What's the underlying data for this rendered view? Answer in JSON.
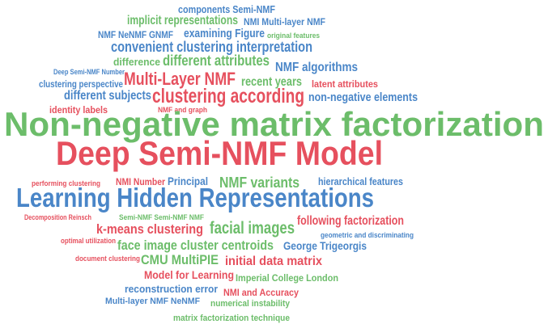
{
  "colors": {
    "red": "#e6505e",
    "green": "#6cbd6a",
    "blue": "#4a86c8"
  },
  "words": [
    {
      "text": "components Semi-NMF",
      "color": "blue"
    },
    {
      "text": "implicit representations",
      "color": "green"
    },
    {
      "text": "NMI Multi-layer NMF",
      "color": "blue"
    },
    {
      "text": "NMF NeNMF GNMF",
      "color": "blue"
    },
    {
      "text": "examining Figure",
      "color": "blue"
    },
    {
      "text": "original features",
      "color": "green"
    },
    {
      "text": "convenient clustering interpretation",
      "color": "blue"
    },
    {
      "text": "difference",
      "color": "green"
    },
    {
      "text": "different attributes",
      "color": "green"
    },
    {
      "text": "NMF algorithms",
      "color": "blue"
    },
    {
      "text": "Deep Semi-NMF Number",
      "color": "blue"
    },
    {
      "text": "Multi-Layer NMF",
      "color": "red"
    },
    {
      "text": "recent years",
      "color": "green"
    },
    {
      "text": "latent attributes",
      "color": "red"
    },
    {
      "text": "clustering perspective",
      "color": "blue"
    },
    {
      "text": "different subjects",
      "color": "blue"
    },
    {
      "text": "clustering according",
      "color": "red"
    },
    {
      "text": "non-negative elements",
      "color": "blue"
    },
    {
      "text": "identity labels",
      "color": "red"
    },
    {
      "text": "NMF and graph",
      "color": "red"
    },
    {
      "text": "Non-negative matrix factorization",
      "color": "green"
    },
    {
      "text": "Deep Semi-NMF Model",
      "color": "red"
    },
    {
      "text": "performing clustering",
      "color": "red"
    },
    {
      "text": "NMI Number",
      "color": "red"
    },
    {
      "text": "Principal",
      "color": "blue"
    },
    {
      "text": "NMF variants",
      "color": "green"
    },
    {
      "text": "hierarchical features",
      "color": "blue"
    },
    {
      "text": "Learning Hidden Representations",
      "color": "blue"
    },
    {
      "text": "Decomposition Reinsch",
      "color": "red"
    },
    {
      "text": "Semi-NMF Semi-NMF NMF",
      "color": "green"
    },
    {
      "text": "following factorization",
      "color": "red"
    },
    {
      "text": "k-means clustering",
      "color": "red"
    },
    {
      "text": "facial images",
      "color": "green"
    },
    {
      "text": "geometric and discriminating",
      "color": "blue"
    },
    {
      "text": "optimal utilization",
      "color": "red"
    },
    {
      "text": "face image cluster centroids",
      "color": "green"
    },
    {
      "text": "George Trigeorgis",
      "color": "blue"
    },
    {
      "text": "document clustering",
      "color": "red"
    },
    {
      "text": "CMU MultiPIE",
      "color": "green"
    },
    {
      "text": "initial data matrix",
      "color": "red"
    },
    {
      "text": "Model for Learning",
      "color": "red"
    },
    {
      "text": "Imperial College London",
      "color": "green"
    },
    {
      "text": "reconstruction error",
      "color": "blue"
    },
    {
      "text": "NMI and Accuracy",
      "color": "red"
    },
    {
      "text": "Multi-layer NMF NeNMF",
      "color": "blue"
    },
    {
      "text": "numerical instability",
      "color": "green"
    },
    {
      "text": "matrix factorization technique",
      "color": "green"
    }
  ]
}
